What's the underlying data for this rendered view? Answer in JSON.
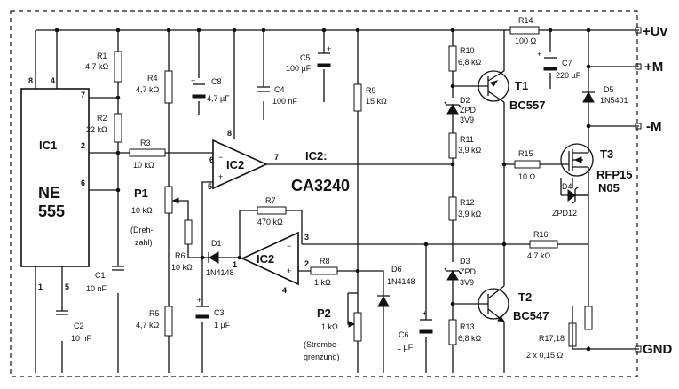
{
  "terminals": {
    "uv": "+Uv",
    "pm": "+M",
    "mm": "-M",
    "gnd": "GND"
  },
  "ic1": {
    "ref": "IC1",
    "type_line1": "NE",
    "type_line2": "555",
    "pins": {
      "p8": "8",
      "p4": "4",
      "p7": "7",
      "p2": "2",
      "p6": "6",
      "p1": "1",
      "p5": "5"
    }
  },
  "ic2": {
    "ref": "IC2:",
    "type": "CA3240",
    "upper_label": "IC2",
    "lower_label": "IC2",
    "upper_pins": {
      "p8": "8",
      "p6": "6",
      "p5": "5",
      "p7": "7"
    },
    "lower_pins": {
      "p3": "3",
      "p2": "2",
      "p1": "1",
      "p4": "4"
    }
  },
  "components": {
    "R1": {
      "ref": "R1",
      "value": "4,7 kΩ"
    },
    "R2": {
      "ref": "R2",
      "value": "22 kΩ"
    },
    "R3": {
      "ref": "R3",
      "value": "10 kΩ"
    },
    "R4": {
      "ref": "R4",
      "value": "4,7 kΩ"
    },
    "R5": {
      "ref": "R5",
      "value": "4,7 kΩ"
    },
    "R6": {
      "ref": "R6",
      "value": "10 kΩ"
    },
    "R7": {
      "ref": "R7",
      "value": "470 kΩ"
    },
    "R8": {
      "ref": "R8",
      "value": "1 kΩ"
    },
    "R9": {
      "ref": "R9",
      "value": "15 kΩ"
    },
    "R10": {
      "ref": "R10",
      "value": "6,8 kΩ"
    },
    "R11": {
      "ref": "R11",
      "value": "3,9 kΩ"
    },
    "R12": {
      "ref": "R12",
      "value": "3,9 kΩ"
    },
    "R13": {
      "ref": "R13",
      "value": "6,8 kΩ"
    },
    "R14": {
      "ref": "R14",
      "value": "100 Ω"
    },
    "R15": {
      "ref": "R15",
      "value": "10 Ω"
    },
    "R16": {
      "ref": "R16",
      "value": "4,7 kΩ"
    },
    "R17": {
      "ref": "R17,18",
      "value": "2 x 0,15 Ω"
    },
    "C1": {
      "ref": "C1",
      "value": "10 nF"
    },
    "C2": {
      "ref": "C2",
      "value": "10 nF"
    },
    "C3": {
      "ref": "C3",
      "value": "1 µF"
    },
    "C4": {
      "ref": "C4",
      "value": "100 nF"
    },
    "C5": {
      "ref": "C5",
      "value": "100 µF"
    },
    "C6": {
      "ref": "C6",
      "value": "1 µF"
    },
    "C7": {
      "ref": "C7",
      "value": "220 µF"
    },
    "C8": {
      "ref": "C8",
      "value": "4,7 µF"
    },
    "D1": {
      "ref": "D1",
      "value": "1N4148"
    },
    "D2": {
      "ref": "D2",
      "type": "ZPD",
      "value": "3V9"
    },
    "D3": {
      "ref": "D3",
      "type": "ZPD",
      "value": "3V9"
    },
    "D4": {
      "ref": "D4",
      "value": "ZPD12"
    },
    "D5": {
      "ref": "D5",
      "value": "1N5401"
    },
    "D6": {
      "ref": "D6",
      "value": "1N4148"
    },
    "T1": {
      "ref": "T1",
      "value": "BC557"
    },
    "T2": {
      "ref": "T2",
      "value": "BC547"
    },
    "T3": {
      "ref": "T3",
      "value_line1": "RFP15",
      "value_line2": "N05"
    },
    "P1": {
      "ref": "P1",
      "value": "10 kΩ",
      "note_line1": "(Dreh-",
      "note_line2": "zahl)"
    },
    "P2": {
      "ref": "P2",
      "value": "1 kΩ",
      "note_line1": "(Strombe-",
      "note_line2": "grenzung)"
    }
  }
}
